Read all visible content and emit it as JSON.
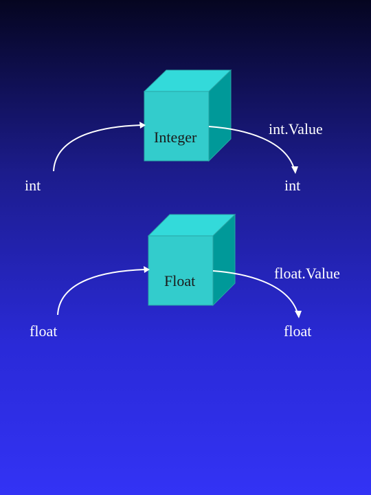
{
  "diagram": {
    "integer_group": {
      "box_label": "Integer",
      "input_label": "int",
      "method_label": "int.Value",
      "output_label": "int"
    },
    "float_group": {
      "box_label": "Float",
      "input_label": "float",
      "method_label": "float.Value",
      "output_label": "float"
    }
  },
  "colors": {
    "cube_front": "#33cccc",
    "cube_top": "#33dada",
    "cube_side": "#009999",
    "text": "#ffffff"
  }
}
